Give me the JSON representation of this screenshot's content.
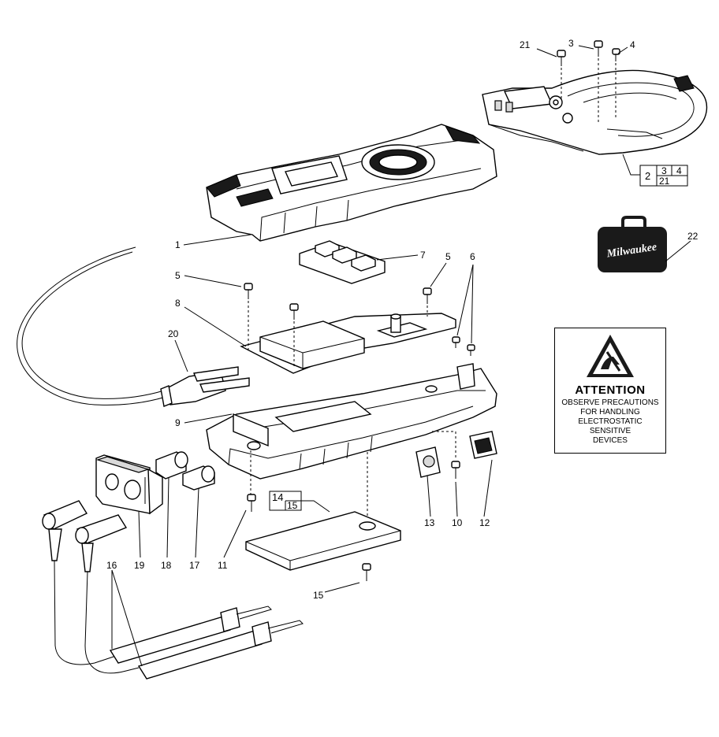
{
  "callouts": {
    "c1": "1",
    "c2_box": "2",
    "c3": "3",
    "c3_box": "3",
    "c4": "4",
    "c4_box": "4",
    "c21": "21",
    "c21_box": "21",
    "c5a": "5",
    "c5b": "5",
    "c6": "6",
    "c7": "7",
    "c8": "8",
    "c9": "9",
    "c10": "10",
    "c11": "11",
    "c12": "12",
    "c13": "13",
    "c14_box": "14",
    "c15_box": "15",
    "c15": "15",
    "c16": "16",
    "c17": "17",
    "c18": "18",
    "c19": "19",
    "c20": "20",
    "c22": "22"
  },
  "brand_logo": {
    "text": "Milwaukee",
    "case_color": "#1a1a1a"
  },
  "attention": {
    "title": "ATTENTION",
    "lines": [
      "OBSERVE PRECAUTIONS",
      "FOR HANDLING",
      "ELECTROSTATIC",
      "SENSITIVE",
      "DEVICES"
    ],
    "icon": "esd-warning-icon"
  }
}
